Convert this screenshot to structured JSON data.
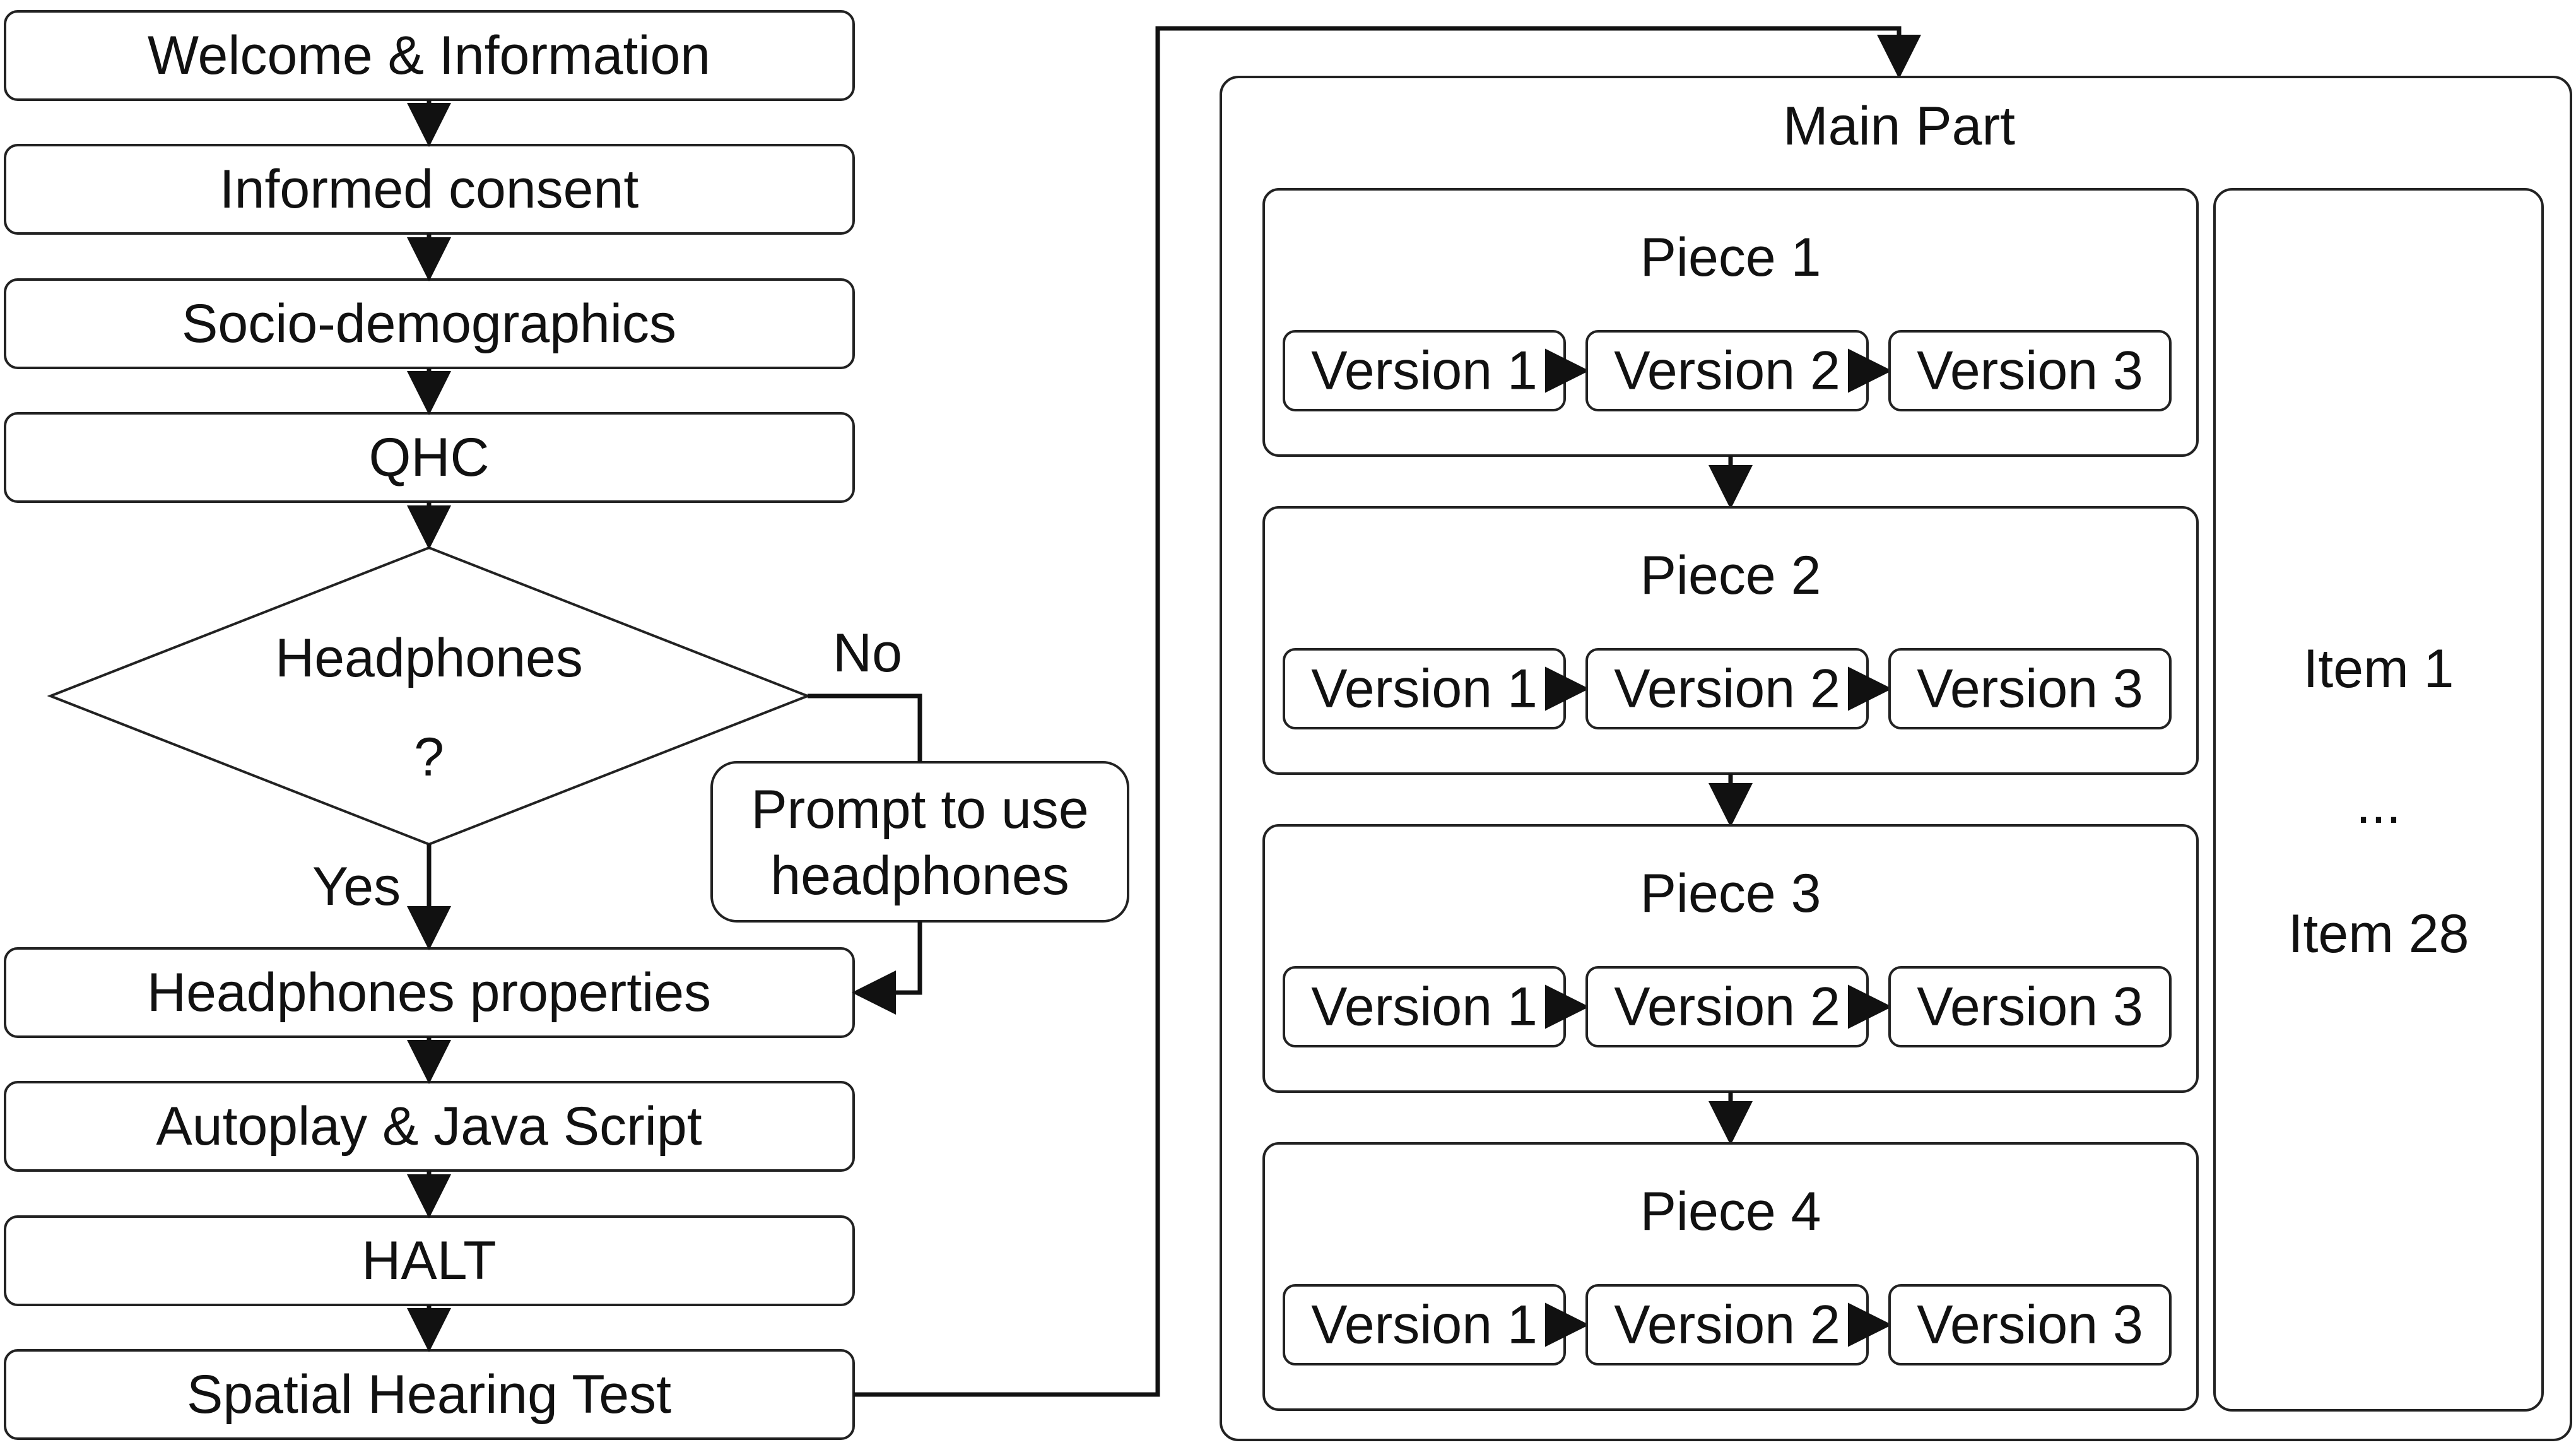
{
  "flow": {
    "steps": [
      "Welcome & Information",
      "Informed consent",
      "Socio-demographics",
      "QHC",
      "Headphones properties",
      "Autoplay & Java Script",
      "HALT",
      "Spatial Hearing Test"
    ],
    "decision": {
      "label": "Headphones",
      "question": "?",
      "yes": "Yes",
      "no": "No"
    },
    "prompt": {
      "line1": "Prompt to use",
      "line2": "headphones"
    }
  },
  "main_part": {
    "title": "Main Part",
    "pieces": [
      {
        "label": "Piece 1",
        "versions": [
          "Version 1",
          "Version 2",
          "Version 3"
        ]
      },
      {
        "label": "Piece 2",
        "versions": [
          "Version 1",
          "Version 2",
          "Version 3"
        ]
      },
      {
        "label": "Piece 3",
        "versions": [
          "Version 1",
          "Version 2",
          "Version 3"
        ]
      },
      {
        "label": "Piece 4",
        "versions": [
          "Version 1",
          "Version 2",
          "Version 3"
        ]
      }
    ],
    "items": {
      "first": "Item 1",
      "ellipsis": "...",
      "last": "Item 28"
    }
  },
  "colors": {
    "stroke": "#222222",
    "text": "#111111",
    "background": "#ffffff"
  }
}
